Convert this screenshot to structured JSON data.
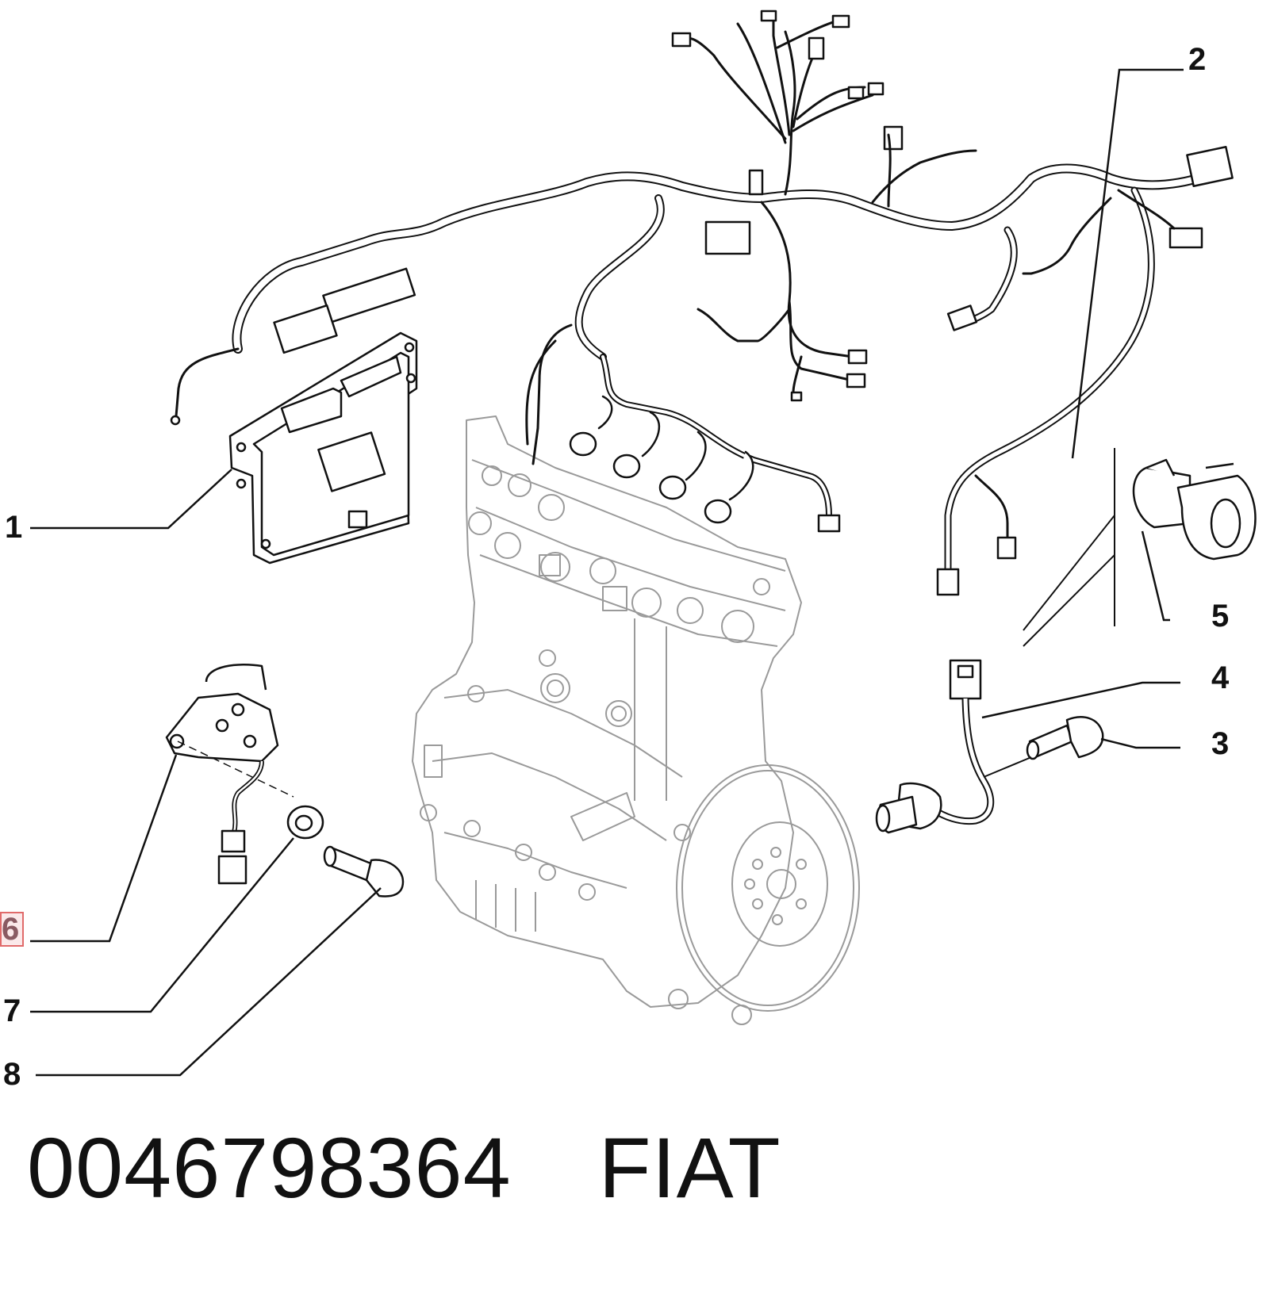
{
  "callouts": {
    "c1": "1",
    "c2": "2",
    "c3": "3",
    "c4": "4",
    "c5": "5",
    "c6": "6",
    "c7": "7",
    "c8": "8"
  },
  "highlighted_callout": "6",
  "caption": {
    "part_number": "0046798364",
    "brand": "FIAT"
  },
  "colors": {
    "line": "#111111",
    "engine_line": "#9a9a9a",
    "highlight_border": "#e06a6a",
    "highlight_fill": "#fbe9ea"
  }
}
